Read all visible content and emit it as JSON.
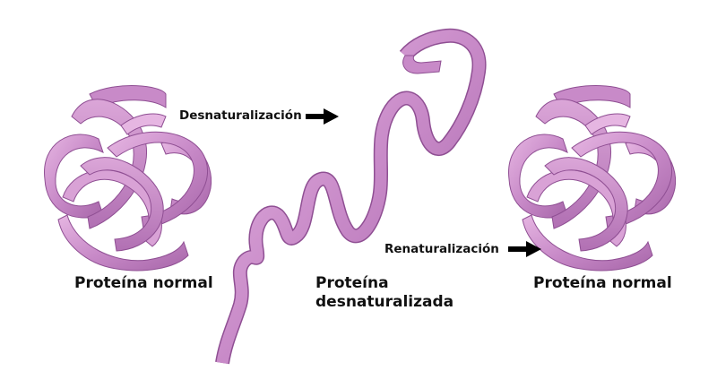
{
  "left_protein": {
    "caption": "Proteína normal"
  },
  "middle_protein": {
    "caption_line1": "Proteína",
    "caption_line2": "desnaturalizada"
  },
  "right_protein": {
    "caption": "Proteína normal"
  },
  "steps": {
    "denaturation": "Desnaturalización",
    "renaturation": "Renaturalización"
  },
  "colors": {
    "ribbon": "#c88ac8",
    "ribbon_light": "#e6b6e2",
    "ribbon_dark": "#8f4f93",
    "arrow": "#000000",
    "text": "#111111"
  },
  "icons": {
    "arrow": "right-arrow-icon"
  }
}
